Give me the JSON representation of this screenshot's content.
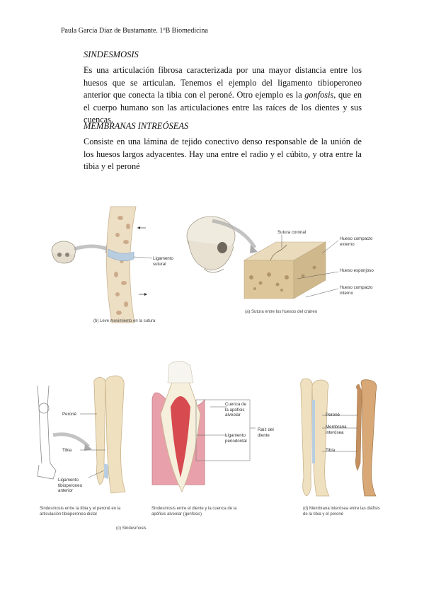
{
  "header": "Paula García Díaz de Bustamante. 1ºB Biomedicina",
  "sections": [
    {
      "title": "SINDESMOSIS",
      "text_before": "Es una articulación fibrosa caracterizada por una mayor distancia entre los huesos que se articulan. Tenemos el ejemplo del ligamento tibioperoneo anterior que conecta la tibia con el peroné. Otro ejemplo es la ",
      "emphasis": "gonfosis",
      "text_after": ", que en el cuerpo humano son las articulaciones entre las raíces de los dientes y sus cuencas."
    },
    {
      "title": "MEMBRANAS INTREÓSEAS",
      "text": "Consiste en una lámina de tejido conectivo denso responsable de la unión de los huesos largos adyacentes. Hay una entre el radio y el cúbito, y otra entre la tibia y el peroné"
    }
  ],
  "figure_top": {
    "b_labels": {
      "ligament": "Ligamento sutural"
    },
    "b_caption": "(b) Leve movimiento en la sutura",
    "a_labels": {
      "suture": "Sutura coronal",
      "compact_ext": "Hueso compacto externo",
      "spongy": "Hueso esponjoso",
      "compact_int": "Hueso compacto interno"
    },
    "a_caption": "(a) Sutura entre los huesos del cráneo"
  },
  "figure_bottom": {
    "left_labels": {
      "fibula": "Peroné",
      "tibia": "Tibia",
      "ligament": "Ligamento tibioperoneo anterior"
    },
    "left_caption": "Sindesmosis entre la tibia y el peroné en la articulación tibioperonea distal",
    "mid_labels": {
      "socket": "Cuenca de la apófisis alveolar",
      "root": "Raíz del diente",
      "periodontal": "Ligamento periodontal"
    },
    "mid_caption": "Sindesmosis entre el diente y la cuenca de la apófisis alveolar (gonfosis)",
    "right_labels": {
      "fibula": "Peroné",
      "membrane": "Membrana interósea",
      "tibia": "Tibia"
    },
    "right_caption": "(d) Membrana interósea entre las diáfisis de la tibia y el peroné",
    "group_caption": "(c) Sindesmosis"
  }
}
